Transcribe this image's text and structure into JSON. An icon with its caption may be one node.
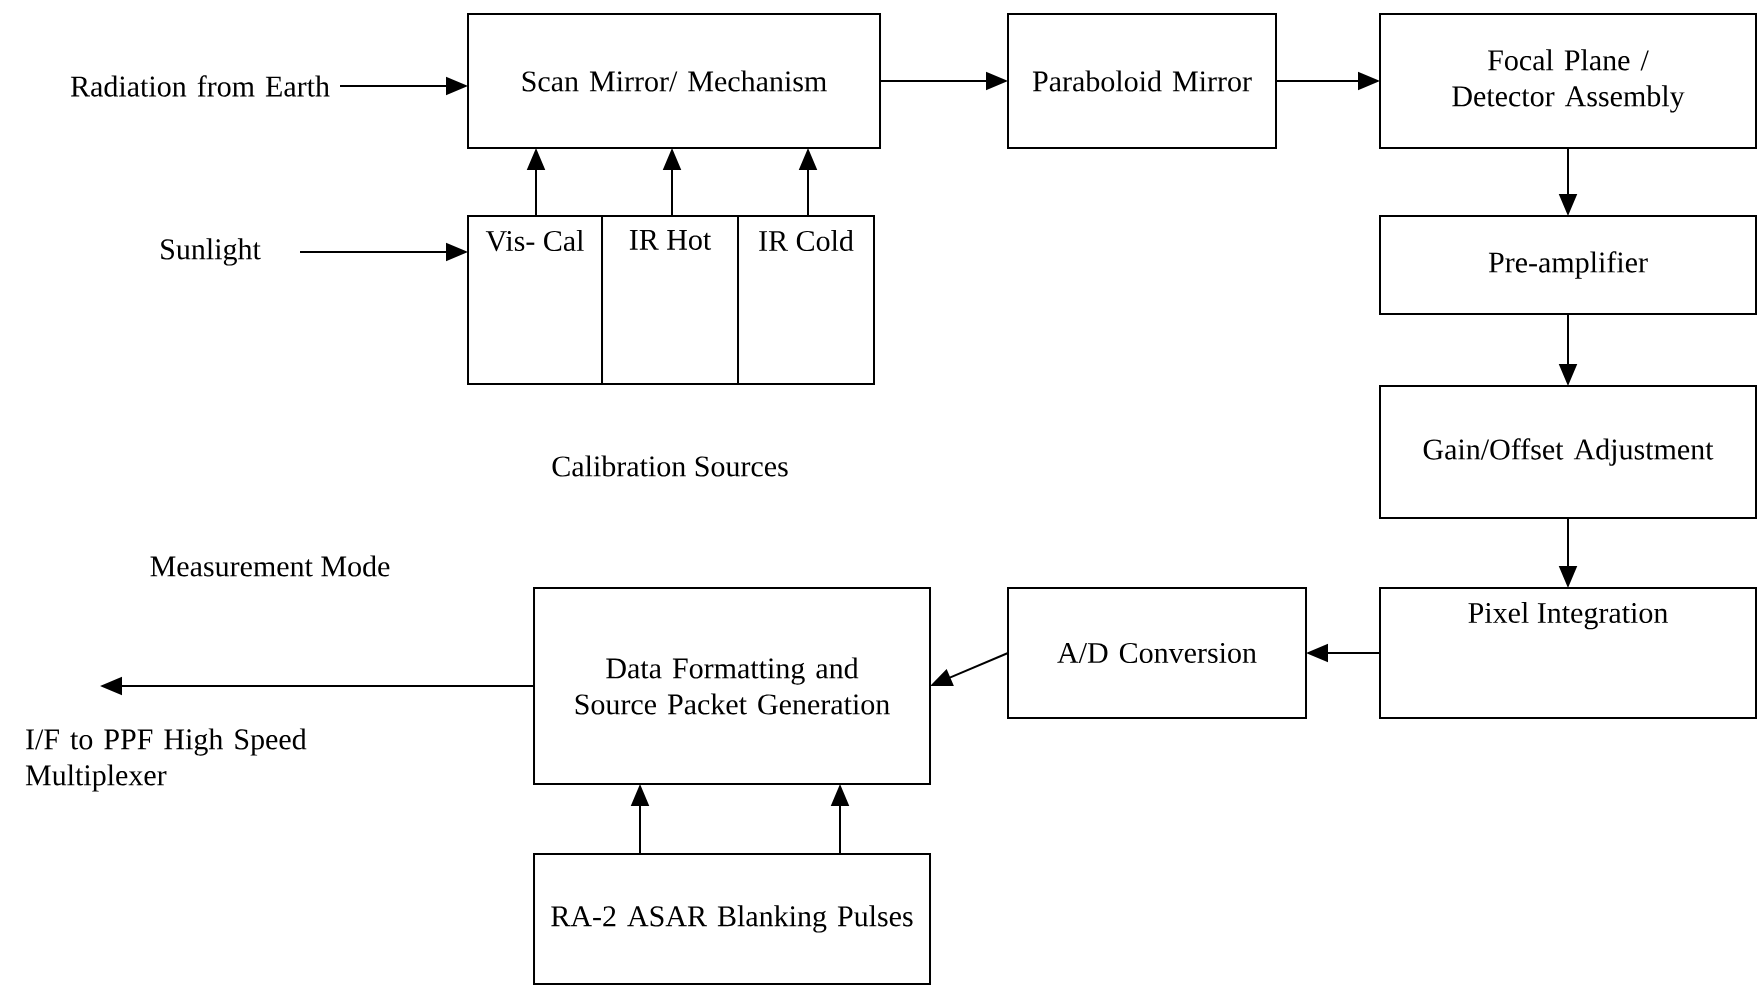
{
  "diagram": {
    "nodes": [
      {
        "text": [
          "Radiation from Earth"
        ]
      },
      {
        "text": [
          "Scan Mirror/ Mechanism"
        ]
      },
      {
        "text": [
          "Paraboloid Mirror"
        ]
      },
      {
        "text": [
          "Focal Plane / Detector Assembly"
        ]
      },
      {
        "text": [
          "Sunlight"
        ]
      },
      {
        "text": [
          "Vis- Cal"
        ]
      },
      {
        "text": [
          "IR Hot"
        ]
      },
      {
        "text": [
          "IR Cold"
        ]
      },
      {
        "text": [
          "Pre-amplifier"
        ]
      },
      {
        "text": [
          "Gain/Offset Adjustment"
        ]
      },
      {
        "text": [
          "Data Formatting and Source Packet Generation"
        ]
      },
      {
        "text": [
          "A/D Conversion"
        ]
      },
      {
        "text": [
          "Pixel Integration"
        ]
      },
      {
        "text": [
          "RA-2 ASAR Blanking Pulses"
        ]
      }
    ],
    "edges": [
      {
        "from": 0,
        "to": 1,
        "arrow": "to"
      },
      {
        "from": 1,
        "to": 2,
        "arrow": "to"
      },
      {
        "from": 2,
        "to": 3,
        "arrow": "to"
      },
      {
        "from": 4,
        "to": 5,
        "arrow": "to"
      },
      {
        "from": 5,
        "to": 1,
        "arrow": "to"
      },
      {
        "from": 6,
        "to": 1,
        "arrow": "to"
      },
      {
        "from": 7,
        "to": 1,
        "arrow": "to"
      },
      {
        "from": 3,
        "to": 8,
        "arrow": "to"
      },
      {
        "from": 8,
        "to": 9,
        "arrow": "to"
      },
      {
        "from": 9,
        "to": 12,
        "arrow": "to"
      },
      {
        "from": 12,
        "to": 11,
        "arrow": "to"
      },
      {
        "from": 11,
        "to": 10,
        "arrow": "to"
      },
      {
        "from": 10,
        "to": null,
        "arrow": "to"
      },
      {
        "from": 13,
        "to": 10,
        "arrow": "to"
      },
      {
        "from": 13,
        "to": 10,
        "arrow": "to"
      }
    ],
    "labels": [
      "Calibration Sources",
      "Measurement Mode",
      "I/F to PPF High Speed Multiplexer"
    ]
  }
}
